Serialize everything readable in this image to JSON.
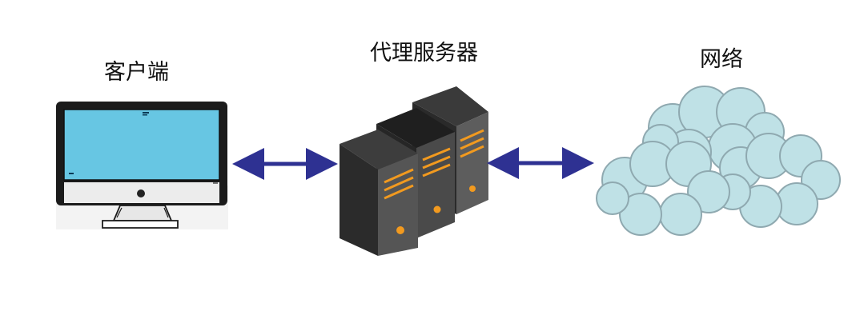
{
  "labels": {
    "client": "客户端",
    "proxy": "代理服务器",
    "network": "网络"
  },
  "colors": {
    "screen": "#67c6e3",
    "monitor_frame": "#1b1b1b",
    "server_dark": "#2f2f2f",
    "server_light": "#5d5d5d",
    "server_accent": "#f29a1f",
    "arrow": "#2e3192",
    "cloud_fill": "#bfe1e6",
    "cloud_stroke": "#8fa9b0"
  },
  "icons": {
    "client": "monitor-icon",
    "proxy": "server-rack-icon",
    "network": "cloud-icon"
  }
}
